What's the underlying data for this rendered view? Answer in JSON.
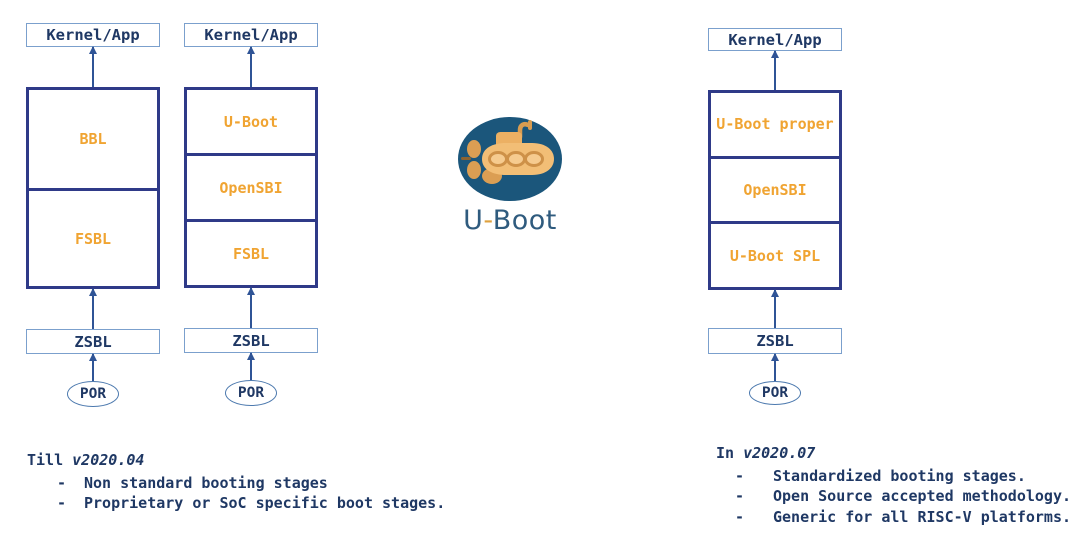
{
  "colors": {
    "stack_border": "#2F3A88",
    "light_box_border": "#7BA0CD",
    "por_border": "#4C79AE",
    "arrow": "#2F5496",
    "navy_text": "#1F3864",
    "stage_text_orange": "#F0A432",
    "logo_circle": "#1B567B",
    "logo_submarine": "#F2BE76",
    "logo_text": "#2F5B7E",
    "logo_dash": "#DFA13D"
  },
  "diagrams": [
    {
      "kernel": "Kernel/App",
      "stack": [
        "BBL",
        "FSBL"
      ],
      "zsbl": "ZSBL",
      "por": "POR"
    },
    {
      "kernel": "Kernel/App",
      "stack": [
        "U-Boot",
        "OpenSBI",
        "FSBL"
      ],
      "zsbl": "ZSBL",
      "por": "POR"
    },
    {
      "kernel": "Kernel/App",
      "stack": [
        "U-Boot proper",
        "OpenSBI",
        "U-Boot SPL"
      ],
      "zsbl": "ZSBL",
      "por": "POR"
    }
  ],
  "logo": {
    "text_u": "U",
    "text_dash": "-",
    "text_boot": "Boot"
  },
  "notes_left": {
    "prefix": "Till ",
    "version": "v2020.04",
    "bullet_char": "-",
    "bullets": [
      "Non standard booting stages",
      "Proprietary or SoC specific boot stages."
    ]
  },
  "notes_right": {
    "prefix": "In ",
    "version": "v2020.07",
    "bullet_char": "-",
    "bullets": [
      "Standardized booting stages.",
      "Open Source accepted methodology.",
      "Generic for all RISC-V platforms."
    ]
  }
}
